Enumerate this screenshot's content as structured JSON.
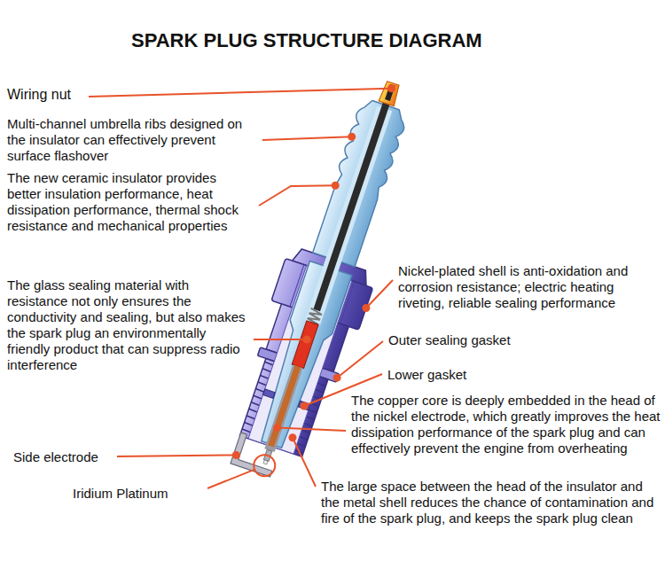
{
  "diagram": {
    "title": "SPARK PLUG STRUCTURE DIAGRAM",
    "labels": [
      "Wiring nut",
      "Multi-channel umbrella ribs designed on the insulator can effectively prevent surface flashover",
      "The new ceramic insulator provides better insulation performance, heat dissipation performance, thermal shock resistance and mechanical properties",
      "The glass sealing material with resistance not only ensures the conductivity and sealing, but also makes the spark plug an environmentally friendly product that can suppress radio interference",
      "Nickel-plated shell is anti-oxidation and corrosion resistance; electric heating riveting, reliable sealing performance",
      "Outer sealing gasket",
      "Lower gasket",
      "The copper core is deeply embedded in the head of the nickel electrode, which greatly improves the heat dissipation performance of the spark plug and can effectively prevent the engine from overheating",
      "Side electrode",
      "Iridium Platinum",
      "The large space between the head of the insulator and the metal shell reduces the chance of contamination and fire of the spark plug, and keeps the spark plug clean"
    ]
  }
}
